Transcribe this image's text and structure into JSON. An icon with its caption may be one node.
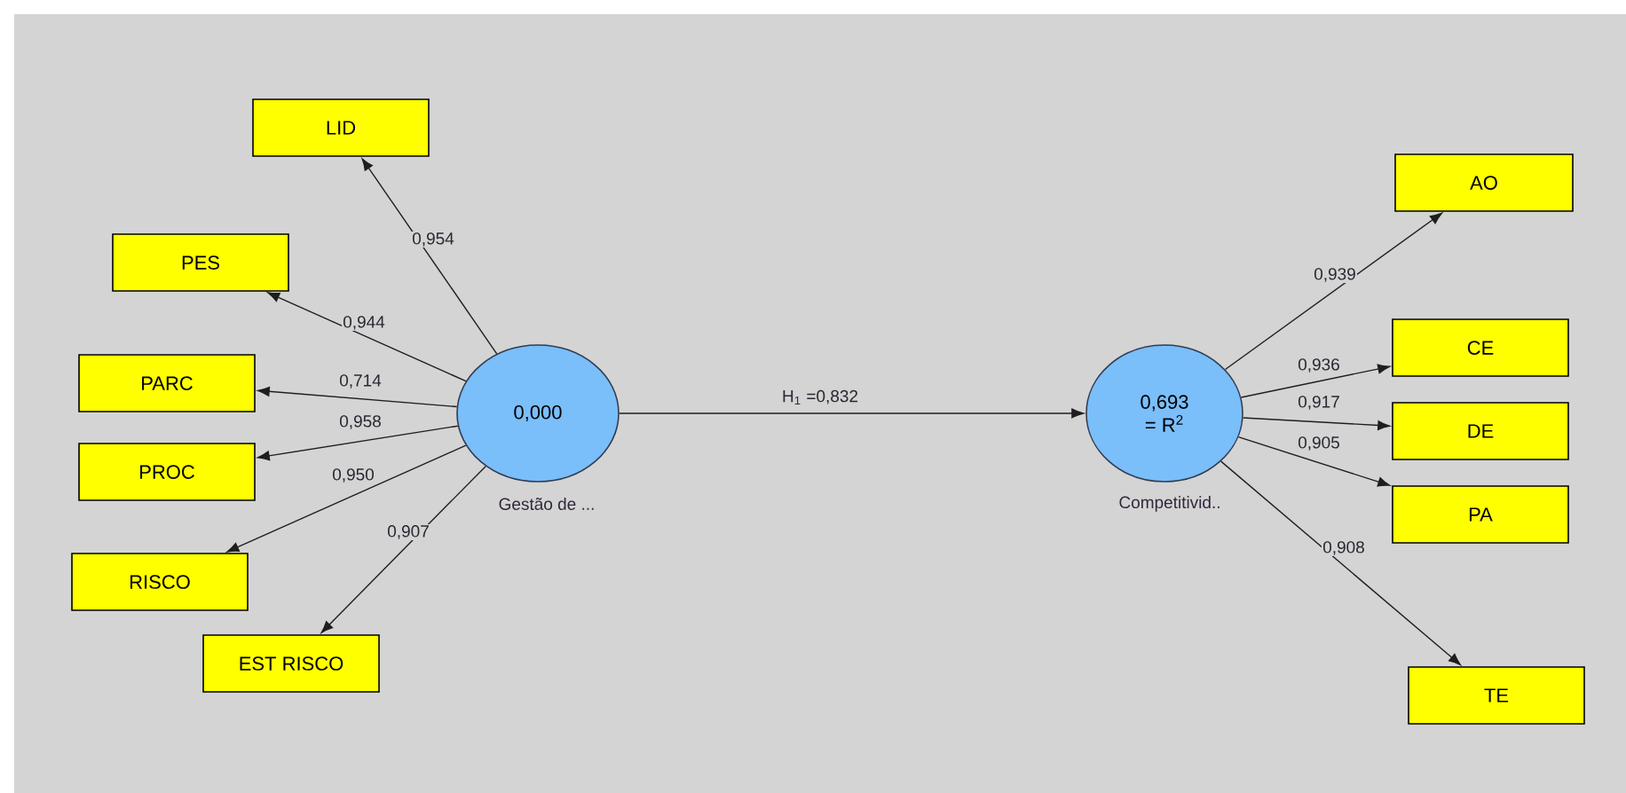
{
  "diagram": {
    "nodes": [
      {
        "text": [
          "0,000"
        ],
        "beside": [
          "Gestão de ..."
        ]
      },
      {
        "text": [
          "0,693",
          "= R$^{2}$"
        ],
        "beside": [
          "Competitivid.."
        ]
      },
      {
        "text": [
          "LID"
        ]
      },
      {
        "text": [
          "PES"
        ]
      },
      {
        "text": [
          "PARC"
        ]
      },
      {
        "text": [
          "PROC"
        ]
      },
      {
        "text": [
          "RISCO"
        ]
      },
      {
        "text": [
          "EST RISCO"
        ]
      },
      {
        "text": [
          "AO"
        ]
      },
      {
        "text": [
          "CE"
        ]
      },
      {
        "text": [
          "DE"
        ]
      },
      {
        "text": [
          "PA"
        ]
      },
      {
        "text": [
          "TE"
        ]
      }
    ],
    "edges": [
      {
        "from": 0,
        "to": 2,
        "arrow": "to",
        "label": "0,954"
      },
      {
        "from": 0,
        "to": 3,
        "arrow": "to",
        "label": "0,944"
      },
      {
        "from": 0,
        "to": 4,
        "arrow": "to",
        "label": "0,714"
      },
      {
        "from": 0,
        "to": 5,
        "arrow": "to",
        "label": "0,958"
      },
      {
        "from": 0,
        "to": 6,
        "arrow": "to",
        "label": "0,950"
      },
      {
        "from": 0,
        "to": 7,
        "arrow": "to",
        "label": "0,907"
      },
      {
        "from": 0,
        "to": 1,
        "arrow": "to",
        "label": "H$_{1}$ =0,832"
      },
      {
        "from": 1,
        "to": 8,
        "arrow": "to",
        "label": "0,939"
      },
      {
        "from": 1,
        "to": 9,
        "arrow": "to",
        "label": "0,936"
      },
      {
        "from": 1,
        "to": 10,
        "arrow": "to",
        "label": "0,917"
      },
      {
        "from": 1,
        "to": 11,
        "arrow": "to",
        "label": "0,905"
      },
      {
        "from": 1,
        "to": 12,
        "arrow": "to",
        "label": "0,908"
      }
    ]
  }
}
